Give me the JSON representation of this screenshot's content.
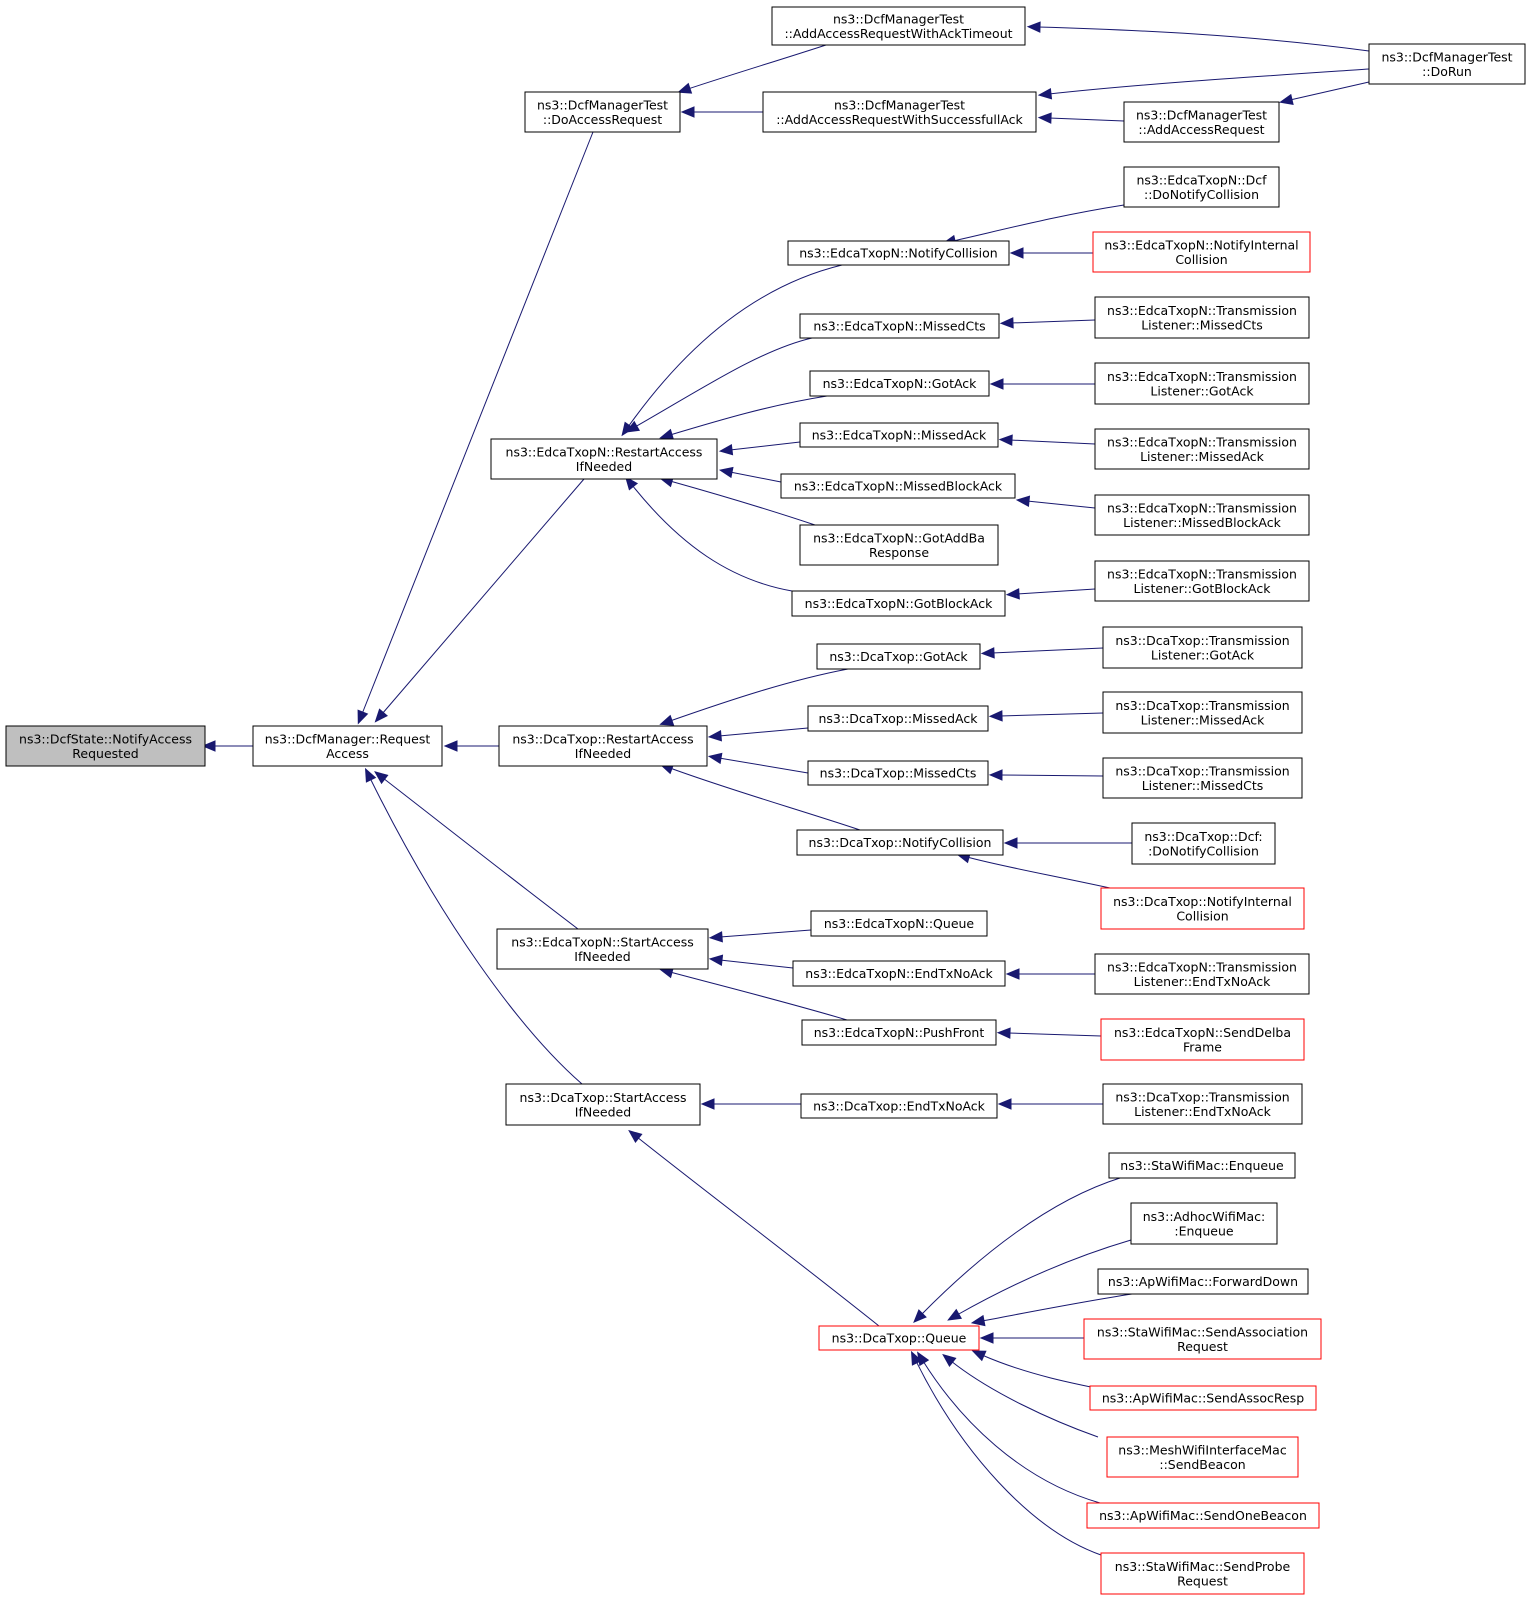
{
  "colors": {
    "edge": "#191970",
    "border": "#000000",
    "highlight_border": "#ff0000",
    "root_fill": "#bfbfbf"
  },
  "nodes": [
    {
      "id": "root",
      "lines": [
        "ns3::DcfState::NotifyAccess",
        "Requested"
      ],
      "style": "root"
    },
    {
      "id": "dcfm_req",
      "lines": [
        "ns3::DcfManager::Request",
        "Access"
      ]
    },
    {
      "id": "dmt_doacc",
      "lines": [
        "ns3::DcfManagerTest",
        "::DoAccessRequest"
      ]
    },
    {
      "id": "dmt_ack_to",
      "lines": [
        "ns3::DcfManagerTest",
        "::AddAccessRequestWithAckTimeout"
      ]
    },
    {
      "id": "dmt_ack_succ",
      "lines": [
        "ns3::DcfManagerTest",
        "::AddAccessRequestWithSuccessfullAck"
      ]
    },
    {
      "id": "dmt_addacc",
      "lines": [
        "ns3::DcfManagerTest",
        "::AddAccessRequest"
      ]
    },
    {
      "id": "dmt_dorun",
      "lines": [
        "ns3::DcfManagerTest",
        "::DoRun"
      ]
    },
    {
      "id": "edca_restart",
      "lines": [
        "ns3::EdcaTxopN::RestartAccess",
        "IfNeeded"
      ]
    },
    {
      "id": "edca_notcoll",
      "lines": [
        "ns3::EdcaTxopN::NotifyCollision"
      ]
    },
    {
      "id": "edca_dcf_donot",
      "lines": [
        "ns3::EdcaTxopN::Dcf",
        "::DoNotifyCollision"
      ]
    },
    {
      "id": "edca_notint",
      "lines": [
        "ns3::EdcaTxopN::NotifyInternal",
        "Collision"
      ],
      "style": "red"
    },
    {
      "id": "edca_missedcts",
      "lines": [
        "ns3::EdcaTxopN::MissedCts"
      ]
    },
    {
      "id": "edca_tl_missedcts",
      "lines": [
        "ns3::EdcaTxopN::Transmission",
        "Listener::MissedCts"
      ]
    },
    {
      "id": "edca_gotack",
      "lines": [
        "ns3::EdcaTxopN::GotAck"
      ]
    },
    {
      "id": "edca_tl_gotack",
      "lines": [
        "ns3::EdcaTxopN::Transmission",
        "Listener::GotAck"
      ]
    },
    {
      "id": "edca_missedack",
      "lines": [
        "ns3::EdcaTxopN::MissedAck"
      ]
    },
    {
      "id": "edca_tl_missedack",
      "lines": [
        "ns3::EdcaTxopN::Transmission",
        "Listener::MissedAck"
      ]
    },
    {
      "id": "edca_missedblk",
      "lines": [
        "ns3::EdcaTxopN::MissedBlockAck"
      ]
    },
    {
      "id": "edca_tl_missedblk",
      "lines": [
        "ns3::EdcaTxopN::Transmission",
        "Listener::MissedBlockAck"
      ]
    },
    {
      "id": "edca_gotaddba",
      "lines": [
        "ns3::EdcaTxopN::GotAddBa",
        "Response"
      ]
    },
    {
      "id": "edca_gotblk",
      "lines": [
        "ns3::EdcaTxopN::GotBlockAck"
      ]
    },
    {
      "id": "edca_tl_gotblk",
      "lines": [
        "ns3::EdcaTxopN::Transmission",
        "Listener::GotBlockAck"
      ]
    },
    {
      "id": "dca_restart",
      "lines": [
        "ns3::DcaTxop::RestartAccess",
        "IfNeeded"
      ]
    },
    {
      "id": "dca_gotack",
      "lines": [
        "ns3::DcaTxop::GotAck"
      ]
    },
    {
      "id": "dca_tl_gotack",
      "lines": [
        "ns3::DcaTxop::Transmission",
        "Listener::GotAck"
      ]
    },
    {
      "id": "dca_missedack",
      "lines": [
        "ns3::DcaTxop::MissedAck"
      ]
    },
    {
      "id": "dca_tl_missedack",
      "lines": [
        "ns3::DcaTxop::Transmission",
        "Listener::MissedAck"
      ]
    },
    {
      "id": "dca_missedcts",
      "lines": [
        "ns3::DcaTxop::MissedCts"
      ]
    },
    {
      "id": "dca_tl_missedcts",
      "lines": [
        "ns3::DcaTxop::Transmission",
        "Listener::MissedCts"
      ]
    },
    {
      "id": "dca_notcoll",
      "lines": [
        "ns3::DcaTxop::NotifyCollision"
      ]
    },
    {
      "id": "dca_dcf_donot",
      "lines": [
        "ns3::DcaTxop::Dcf:",
        ":DoNotifyCollision"
      ]
    },
    {
      "id": "dca_notint",
      "lines": [
        "ns3::DcaTxop::NotifyInternal",
        "Collision"
      ],
      "style": "red"
    },
    {
      "id": "edca_start",
      "lines": [
        "ns3::EdcaTxopN::StartAccess",
        "IfNeeded"
      ]
    },
    {
      "id": "edca_queue",
      "lines": [
        "ns3::EdcaTxopN::Queue"
      ]
    },
    {
      "id": "edca_endtx",
      "lines": [
        "ns3::EdcaTxopN::EndTxNoAck"
      ]
    },
    {
      "id": "edca_tl_endtx",
      "lines": [
        "ns3::EdcaTxopN::Transmission",
        "Listener::EndTxNoAck"
      ]
    },
    {
      "id": "edca_pushfront",
      "lines": [
        "ns3::EdcaTxopN::PushFront"
      ]
    },
    {
      "id": "edca_senddelba",
      "lines": [
        "ns3::EdcaTxopN::SendDelba",
        "Frame"
      ],
      "style": "red"
    },
    {
      "id": "dca_start",
      "lines": [
        "ns3::DcaTxop::StartAccess",
        "IfNeeded"
      ]
    },
    {
      "id": "dca_endtx",
      "lines": [
        "ns3::DcaTxop::EndTxNoAck"
      ]
    },
    {
      "id": "dca_tl_endtx",
      "lines": [
        "ns3::DcaTxop::Transmission",
        "Listener::EndTxNoAck"
      ]
    },
    {
      "id": "dca_queue",
      "lines": [
        "ns3::DcaTxop::Queue"
      ],
      "style": "red"
    },
    {
      "id": "sta_enqueue",
      "lines": [
        "ns3::StaWifiMac::Enqueue"
      ]
    },
    {
      "id": "adhoc_enqueue",
      "lines": [
        "ns3::AdhocWifiMac:",
        ":Enqueue"
      ]
    },
    {
      "id": "ap_forward",
      "lines": [
        "ns3::ApWifiMac::ForwardDown"
      ]
    },
    {
      "id": "sta_sendassoc",
      "lines": [
        "ns3::StaWifiMac::SendAssociation",
        "Request"
      ],
      "style": "red"
    },
    {
      "id": "ap_sendassocresp",
      "lines": [
        "ns3::ApWifiMac::SendAssocResp"
      ],
      "style": "red"
    },
    {
      "id": "mesh_sendbeacon",
      "lines": [
        "ns3::MeshWifiInterfaceMac",
        "::SendBeacon"
      ],
      "style": "red"
    },
    {
      "id": "ap_sendonebeacon",
      "lines": [
        "ns3::ApWifiMac::SendOneBeacon"
      ],
      "style": "red"
    },
    {
      "id": "sta_sendprobe",
      "lines": [
        "ns3::StaWifiMac::SendProbe",
        "Request"
      ],
      "style": "red"
    }
  ],
  "edges": [
    [
      "dcfm_req",
      "root"
    ],
    [
      "dmt_doacc",
      "dcfm_req"
    ],
    [
      "edca_restart",
      "dcfm_req"
    ],
    [
      "dca_restart",
      "dcfm_req"
    ],
    [
      "edca_start",
      "dcfm_req"
    ],
    [
      "dca_start",
      "dcfm_req"
    ],
    [
      "dmt_ack_to",
      "dmt_doacc"
    ],
    [
      "dmt_ack_succ",
      "dmt_doacc"
    ],
    [
      "dmt_dorun",
      "dmt_ack_to"
    ],
    [
      "dmt_dorun",
      "dmt_ack_succ"
    ],
    [
      "dmt_addacc",
      "dmt_ack_succ"
    ],
    [
      "dmt_dorun",
      "dmt_addacc"
    ],
    [
      "edca_notcoll",
      "edca_restart"
    ],
    [
      "edca_missedcts",
      "edca_restart"
    ],
    [
      "edca_gotack",
      "edca_restart"
    ],
    [
      "edca_missedack",
      "edca_restart"
    ],
    [
      "edca_missedblk",
      "edca_restart"
    ],
    [
      "edca_gotaddba",
      "edca_restart"
    ],
    [
      "edca_gotblk",
      "edca_restart"
    ],
    [
      "edca_dcf_donot",
      "edca_notcoll"
    ],
    [
      "edca_notint",
      "edca_notcoll"
    ],
    [
      "edca_tl_missedcts",
      "edca_missedcts"
    ],
    [
      "edca_tl_gotack",
      "edca_gotack"
    ],
    [
      "edca_tl_missedack",
      "edca_missedack"
    ],
    [
      "edca_tl_missedblk",
      "edca_missedblk"
    ],
    [
      "edca_tl_gotblk",
      "edca_gotblk"
    ],
    [
      "dca_gotack",
      "dca_restart"
    ],
    [
      "dca_missedack",
      "dca_restart"
    ],
    [
      "dca_missedcts",
      "dca_restart"
    ],
    [
      "dca_notcoll",
      "dca_restart"
    ],
    [
      "dca_tl_gotack",
      "dca_gotack"
    ],
    [
      "dca_tl_missedack",
      "dca_missedack"
    ],
    [
      "dca_tl_missedcts",
      "dca_missedcts"
    ],
    [
      "dca_dcf_donot",
      "dca_notcoll"
    ],
    [
      "dca_notint",
      "dca_notcoll"
    ],
    [
      "edca_queue",
      "edca_start"
    ],
    [
      "edca_endtx",
      "edca_start"
    ],
    [
      "edca_pushfront",
      "edca_start"
    ],
    [
      "edca_tl_endtx",
      "edca_endtx"
    ],
    [
      "edca_senddelba",
      "edca_pushfront"
    ],
    [
      "dca_endtx",
      "dca_start"
    ],
    [
      "dca_queue",
      "dca_start"
    ],
    [
      "dca_tl_endtx",
      "dca_endtx"
    ],
    [
      "sta_enqueue",
      "dca_queue"
    ],
    [
      "adhoc_enqueue",
      "dca_queue"
    ],
    [
      "ap_forward",
      "dca_queue"
    ],
    [
      "sta_sendassoc",
      "dca_queue"
    ],
    [
      "ap_sendassocresp",
      "dca_queue"
    ],
    [
      "mesh_sendbeacon",
      "dca_queue"
    ],
    [
      "ap_sendonebeacon",
      "dca_queue"
    ],
    [
      "sta_sendprobe",
      "dca_queue"
    ]
  ]
}
